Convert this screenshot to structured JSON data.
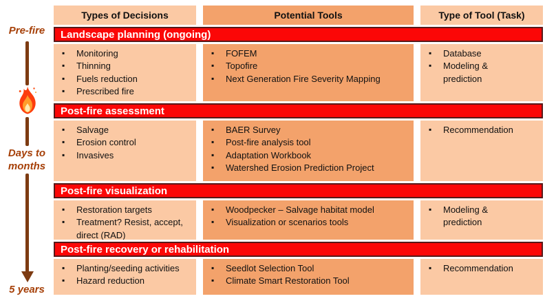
{
  "header": {
    "decisions": "Types of Decisions",
    "tools": "Potential Tools",
    "task": "Type of Tool (Task)"
  },
  "timeline": {
    "pre_fire": "Pre-fire",
    "days_line1": "Days to",
    "days_line2": "months",
    "five_years": "5 years",
    "flame_icon": "🔥"
  },
  "sections": [
    {
      "title": "Landscape planning (ongoing)",
      "decisions": [
        "Monitoring",
        "Thinning",
        "Fuels reduction",
        "Prescribed fire"
      ],
      "tools": [
        "FOFEM",
        "Topofire",
        "Next Generation Fire Severity Mapping"
      ],
      "task": [
        "Database",
        "Modeling & prediction"
      ]
    },
    {
      "title": "Post-fire assessment",
      "decisions": [
        "Salvage",
        "Erosion control",
        "Invasives"
      ],
      "tools": [
        "BAER Survey",
        "Post-fire analysis tool",
        "Adaptation Workbook",
        "Watershed Erosion Prediction Project"
      ],
      "task": [
        "Recommendation"
      ]
    },
    {
      "title": "Post-fire visualization",
      "decisions": [
        "Restoration targets",
        "Treatment? Resist, accept, direct (RAD)"
      ],
      "tools": [
        "Woodpecker – Salvage habitat model",
        "Visualization or scenarios tools"
      ],
      "task": [
        "Modeling & prediction"
      ]
    },
    {
      "title": "Post-fire recovery or rehabilitation",
      "decisions": [
        "Planting/seeding activities",
        "Hazard reduction"
      ],
      "tools": [
        "Seedlot Selection Tool",
        "Climate Smart Restoration Tool"
      ],
      "task": [
        "Recommendation"
      ]
    }
  ],
  "colors": {
    "page_bg": "#FFFFFF",
    "cell_light": "#FBC9A4",
    "cell_dark": "#F3A26B",
    "band_red": "#FB0707",
    "band_border": "#571818",
    "timeline_brown": "#7D3B12",
    "label_rust": "#A64008"
  }
}
